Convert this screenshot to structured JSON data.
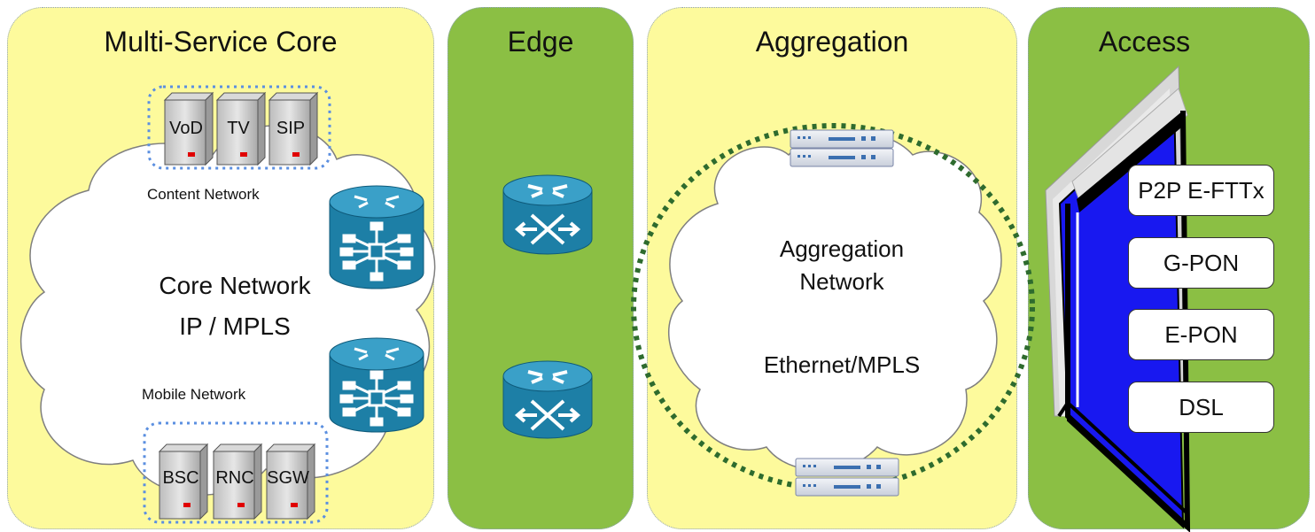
{
  "sections": {
    "core": "Multi-Service Core",
    "edge": "Edge",
    "aggregation": "Aggregation",
    "access": "Access"
  },
  "core": {
    "content_network": "Content Network",
    "core_network": "Core Network",
    "protocol": "IP / MPLS",
    "mobile_network": "Mobile Network",
    "content_servers": [
      "VoD",
      "TV",
      "SIP"
    ],
    "mobile_servers": [
      "BSC",
      "RNC",
      "SGW"
    ]
  },
  "aggregation": {
    "network": "Aggregation",
    "network_line2": "Network",
    "protocol": "Ethernet/MPLS"
  },
  "access": {
    "technologies": [
      "P2P E-FTTx",
      "G-PON",
      "E-PON",
      "DSL"
    ]
  },
  "colors": {
    "yellow_panel": "#fdfa9c",
    "green_panel": "#8bbf44",
    "router_blue": "#1d7fa6",
    "ring_green": "#2e6b2e",
    "access_blue": "#1818f0"
  }
}
